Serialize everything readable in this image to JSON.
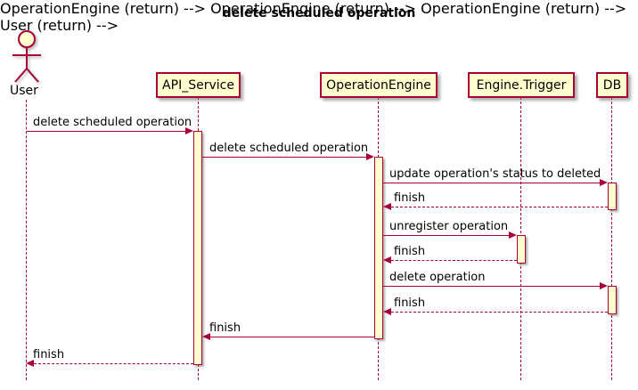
{
  "title": "delete scheduled operation",
  "colors": {
    "line": "#A80036",
    "fill": "#FEFECE",
    "text": "#000000",
    "background": "#ffffff"
  },
  "actor": {
    "name": "User"
  },
  "participants": [
    {
      "label": "API_Service"
    },
    {
      "label": "OperationEngine"
    },
    {
      "label": "Engine.Trigger"
    },
    {
      "label": "DB"
    }
  ],
  "messages": [
    {
      "from": "User",
      "to": "API_Service",
      "text": "delete scheduled operation",
      "style": "solid"
    },
    {
      "from": "API_Service",
      "to": "OperationEngine",
      "text": "delete scheduled operation",
      "style": "solid"
    },
    {
      "from": "OperationEngine",
      "to": "DB",
      "text": "update operation's status to deleted",
      "style": "solid"
    },
    {
      "from": "DB",
      "to": "OperationEngine",
      "text": "finish",
      "style": "dashed"
    },
    {
      "from": "OperationEngine",
      "to": "Engine.Trigger",
      "text": "unregister operation",
      "style": "solid"
    },
    {
      "from": "Engine.Trigger",
      "to": "OperationEngine",
      "text": "finish",
      "style": "dashed"
    },
    {
      "from": "OperationEngine",
      "to": "DB",
      "text": "delete operation",
      "style": "solid"
    },
    {
      "from": "DB",
      "to": "OperationEngine",
      "text": "finish",
      "style": "dashed"
    },
    {
      "from": "OperationEngine",
      "to": "API_Service",
      "text": "finish",
      "style": "solid"
    },
    {
      "from": "API_Service",
      "to": "User",
      "text": "finish",
      "style": "dashed"
    }
  ]
}
